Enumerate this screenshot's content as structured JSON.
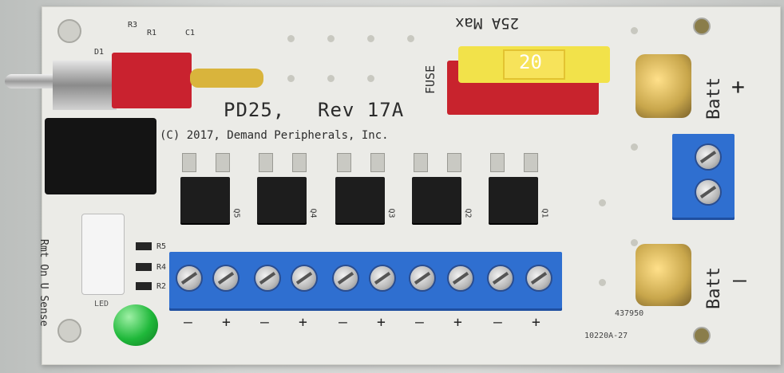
{
  "board": {
    "title": "PD25,",
    "revision": "Rev 17A",
    "copyright": "(C) 2017, Demand Peripherals, Inc.",
    "fuse_label": "FUSE",
    "max_label": "25A Max",
    "fuse_value": "20",
    "batt_positive": "Batt",
    "batt_negative": "Batt",
    "plus_sign": "+",
    "minus_sign": "–",
    "remote_sense": "Rmt On U Sense",
    "led_label": "LED",
    "terminal_polarity": [
      "–",
      "+",
      "–",
      "+",
      "–",
      "+",
      "–",
      "+",
      "–",
      "+"
    ],
    "mosfet_labels": [
      "Q5",
      "Q4",
      "Q3",
      "Q2",
      "Q1"
    ],
    "serial": "437950",
    "part_number": "10220A-27",
    "top_components": [
      "R3",
      "R1",
      "C1",
      "D1"
    ],
    "resistor_labels": [
      "R5",
      "R4",
      "R2"
    ]
  },
  "colors": {
    "board": "#ebebe7",
    "terminal_blue": "#2f6fd0",
    "fuse_yellow": "#f2e24a",
    "fuse_holder_red": "#c8232d",
    "led_green": "#1fb83a",
    "brass": "#c8a64b"
  }
}
